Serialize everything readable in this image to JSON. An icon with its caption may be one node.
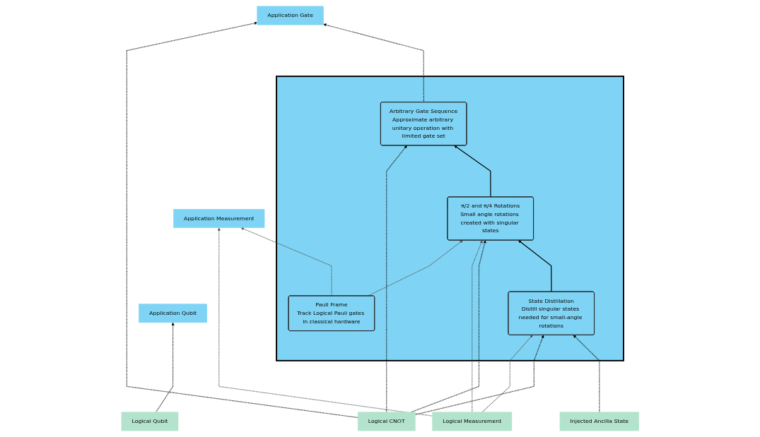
{
  "diagram": {
    "nodes": [
      {
        "text": [
          "Application Measurement"
        ]
      },
      {
        "text": [
          "Application Qubit"
        ]
      },
      {
        "text": [
          "Application Gate"
        ]
      },
      {
        "text": [],
        "shape": "box"
      },
      {
        "text": [
          "Pauli Frame",
          "Track Logical Pauli gates in classical hardware"
        ],
        "in": 3
      },
      {
        "text": [
          "Arbitrary Gate Sequence",
          "Approximate arbitrary unitary operation with limited gate set"
        ],
        "in": 3
      },
      {
        "text": [
          "π/2 and π/4 Rotations",
          "Small angle rotations created with singular states"
        ],
        "in": 3
      },
      {
        "text": [
          "State Distillation",
          "Distill singular states needed for small-angle rotations"
        ],
        "in": 3
      },
      {
        "text": [
          "Logical Measurement"
        ]
      },
      {
        "text": [
          "Logical Qubit"
        ]
      },
      {
        "text": [
          "Logical CNOT"
        ]
      },
      {
        "text": [
          "Injected Ancilla State"
        ]
      }
    ],
    "edges": [
      {
        "from": 8,
        "to": 0,
        "arrow": "to",
        "style": "dashed",
        "color": "#555555"
      },
      {
        "from": 4,
        "to": 0,
        "arrow": "to",
        "style": "dashed",
        "color": "#555555"
      },
      {
        "from": 4,
        "to": 6,
        "arrow": "to",
        "style": "dashed",
        "color": "#555555"
      },
      {
        "from": 8,
        "to": 6,
        "arrow": "to",
        "style": "dashed",
        "color": "#555555"
      },
      {
        "from": 8,
        "to": 7,
        "arrow": "to",
        "style": "dashed",
        "color": "#555555"
      },
      {
        "from": 9,
        "to": 1,
        "arrow": "to",
        "style": "dashed"
      },
      {
        "from": 10,
        "to": 2,
        "arrow": "to",
        "style": "dashed"
      },
      {
        "from": 10,
        "to": 5,
        "arrow": "to",
        "style": "dashed"
      },
      {
        "from": 10,
        "to": 6,
        "arrow": "to",
        "style": "dashed"
      },
      {
        "from": 10,
        "to": 7,
        "arrow": "to",
        "style": "dashed"
      },
      {
        "from": 5,
        "to": 2,
        "arrow": "to",
        "style": "dashed"
      },
      {
        "from": 6,
        "to": 5,
        "arrow": "to"
      },
      {
        "from": 7,
        "to": 6,
        "arrow": "to"
      },
      {
        "from": 11,
        "to": 7,
        "arrow": "to",
        "style": "dashed"
      }
    ]
  }
}
